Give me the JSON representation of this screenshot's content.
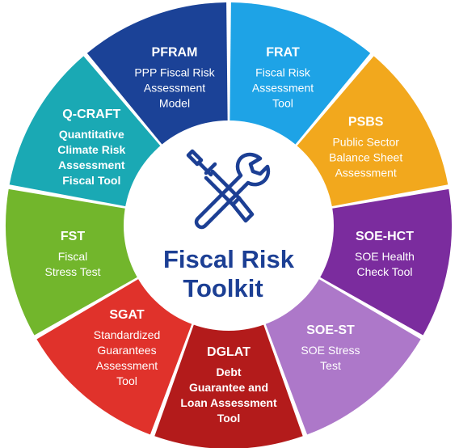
{
  "center": {
    "title_lines": [
      "Fiscal Risk",
      "Toolkit"
    ],
    "icon": "wrench-and-screwdriver-icon",
    "color": "#1c3f94"
  },
  "segments": [
    {
      "id": "frat",
      "title": "FRAT",
      "lines": [
        "Fiscal Risk",
        "Assessment",
        "Tool"
      ],
      "color": "#1ea3e6",
      "bold_desc": false
    },
    {
      "id": "psbs",
      "title": "PSBS",
      "lines": [
        "Public Sector",
        "Balance Sheet",
        "Assessment"
      ],
      "color": "#f2a81d",
      "bold_desc": false
    },
    {
      "id": "soe-hct",
      "title": "SOE-HCT",
      "lines": [
        "SOE Health",
        "Check Tool"
      ],
      "color": "#7b2c9e",
      "bold_desc": false
    },
    {
      "id": "soe-st",
      "title": "SOE-ST",
      "lines": [
        "SOE Stress",
        "Test"
      ],
      "color": "#ad78c9",
      "bold_desc": false
    },
    {
      "id": "dglat",
      "title": "DGLAT",
      "lines": [
        "Debt",
        "Guarantee and",
        "Loan Assessment",
        "Tool"
      ],
      "color": "#b31b1b",
      "bold_desc": true
    },
    {
      "id": "sgat",
      "title": "SGAT",
      "lines": [
        "Standardized",
        "Guarantees",
        "Assessment",
        "Tool"
      ],
      "color": "#e0322b",
      "bold_desc": false
    },
    {
      "id": "fst",
      "title": "FST",
      "lines": [
        "Fiscal",
        "Stress Test"
      ],
      "color": "#72b62c",
      "bold_desc": false
    },
    {
      "id": "q-craft",
      "title": "Q-CRAFT",
      "lines": [
        "Quantitative",
        "Climate Risk",
        "Assessment",
        "Fiscal Tool"
      ],
      "color": "#1aa9b4",
      "bold_desc": true
    },
    {
      "id": "pfram",
      "title": "PFRAM",
      "lines": [
        "PPP Fiscal Risk",
        "Assessment",
        "Model"
      ],
      "color": "#1b4297",
      "bold_desc": false
    }
  ]
}
